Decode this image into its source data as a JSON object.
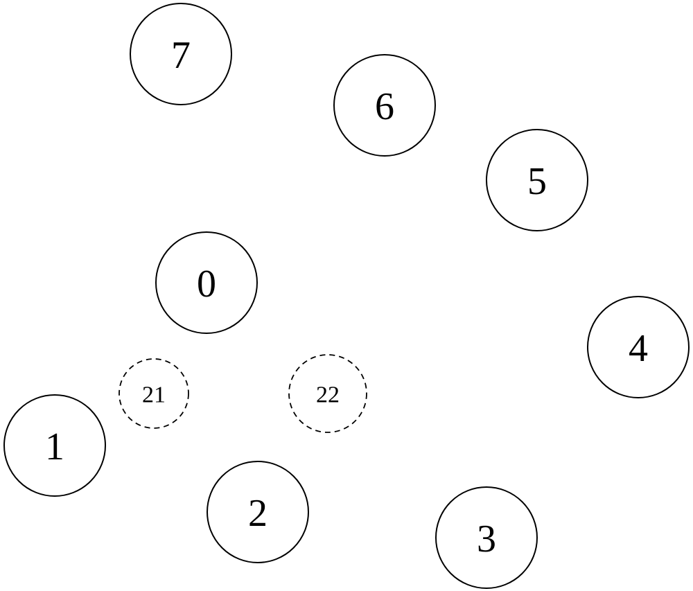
{
  "diagram": {
    "nodes": [
      {
        "id": "7",
        "label": "7",
        "style": "solid"
      },
      {
        "id": "6",
        "label": "6",
        "style": "solid"
      },
      {
        "id": "5",
        "label": "5",
        "style": "solid"
      },
      {
        "id": "0",
        "label": "0",
        "style": "solid"
      },
      {
        "id": "4",
        "label": "4",
        "style": "solid"
      },
      {
        "id": "21",
        "label": "21",
        "style": "dashed"
      },
      {
        "id": "22",
        "label": "22",
        "style": "dashed"
      },
      {
        "id": "1",
        "label": "1",
        "style": "solid"
      },
      {
        "id": "2",
        "label": "2",
        "style": "solid"
      },
      {
        "id": "3",
        "label": "3",
        "style": "solid"
      }
    ]
  }
}
